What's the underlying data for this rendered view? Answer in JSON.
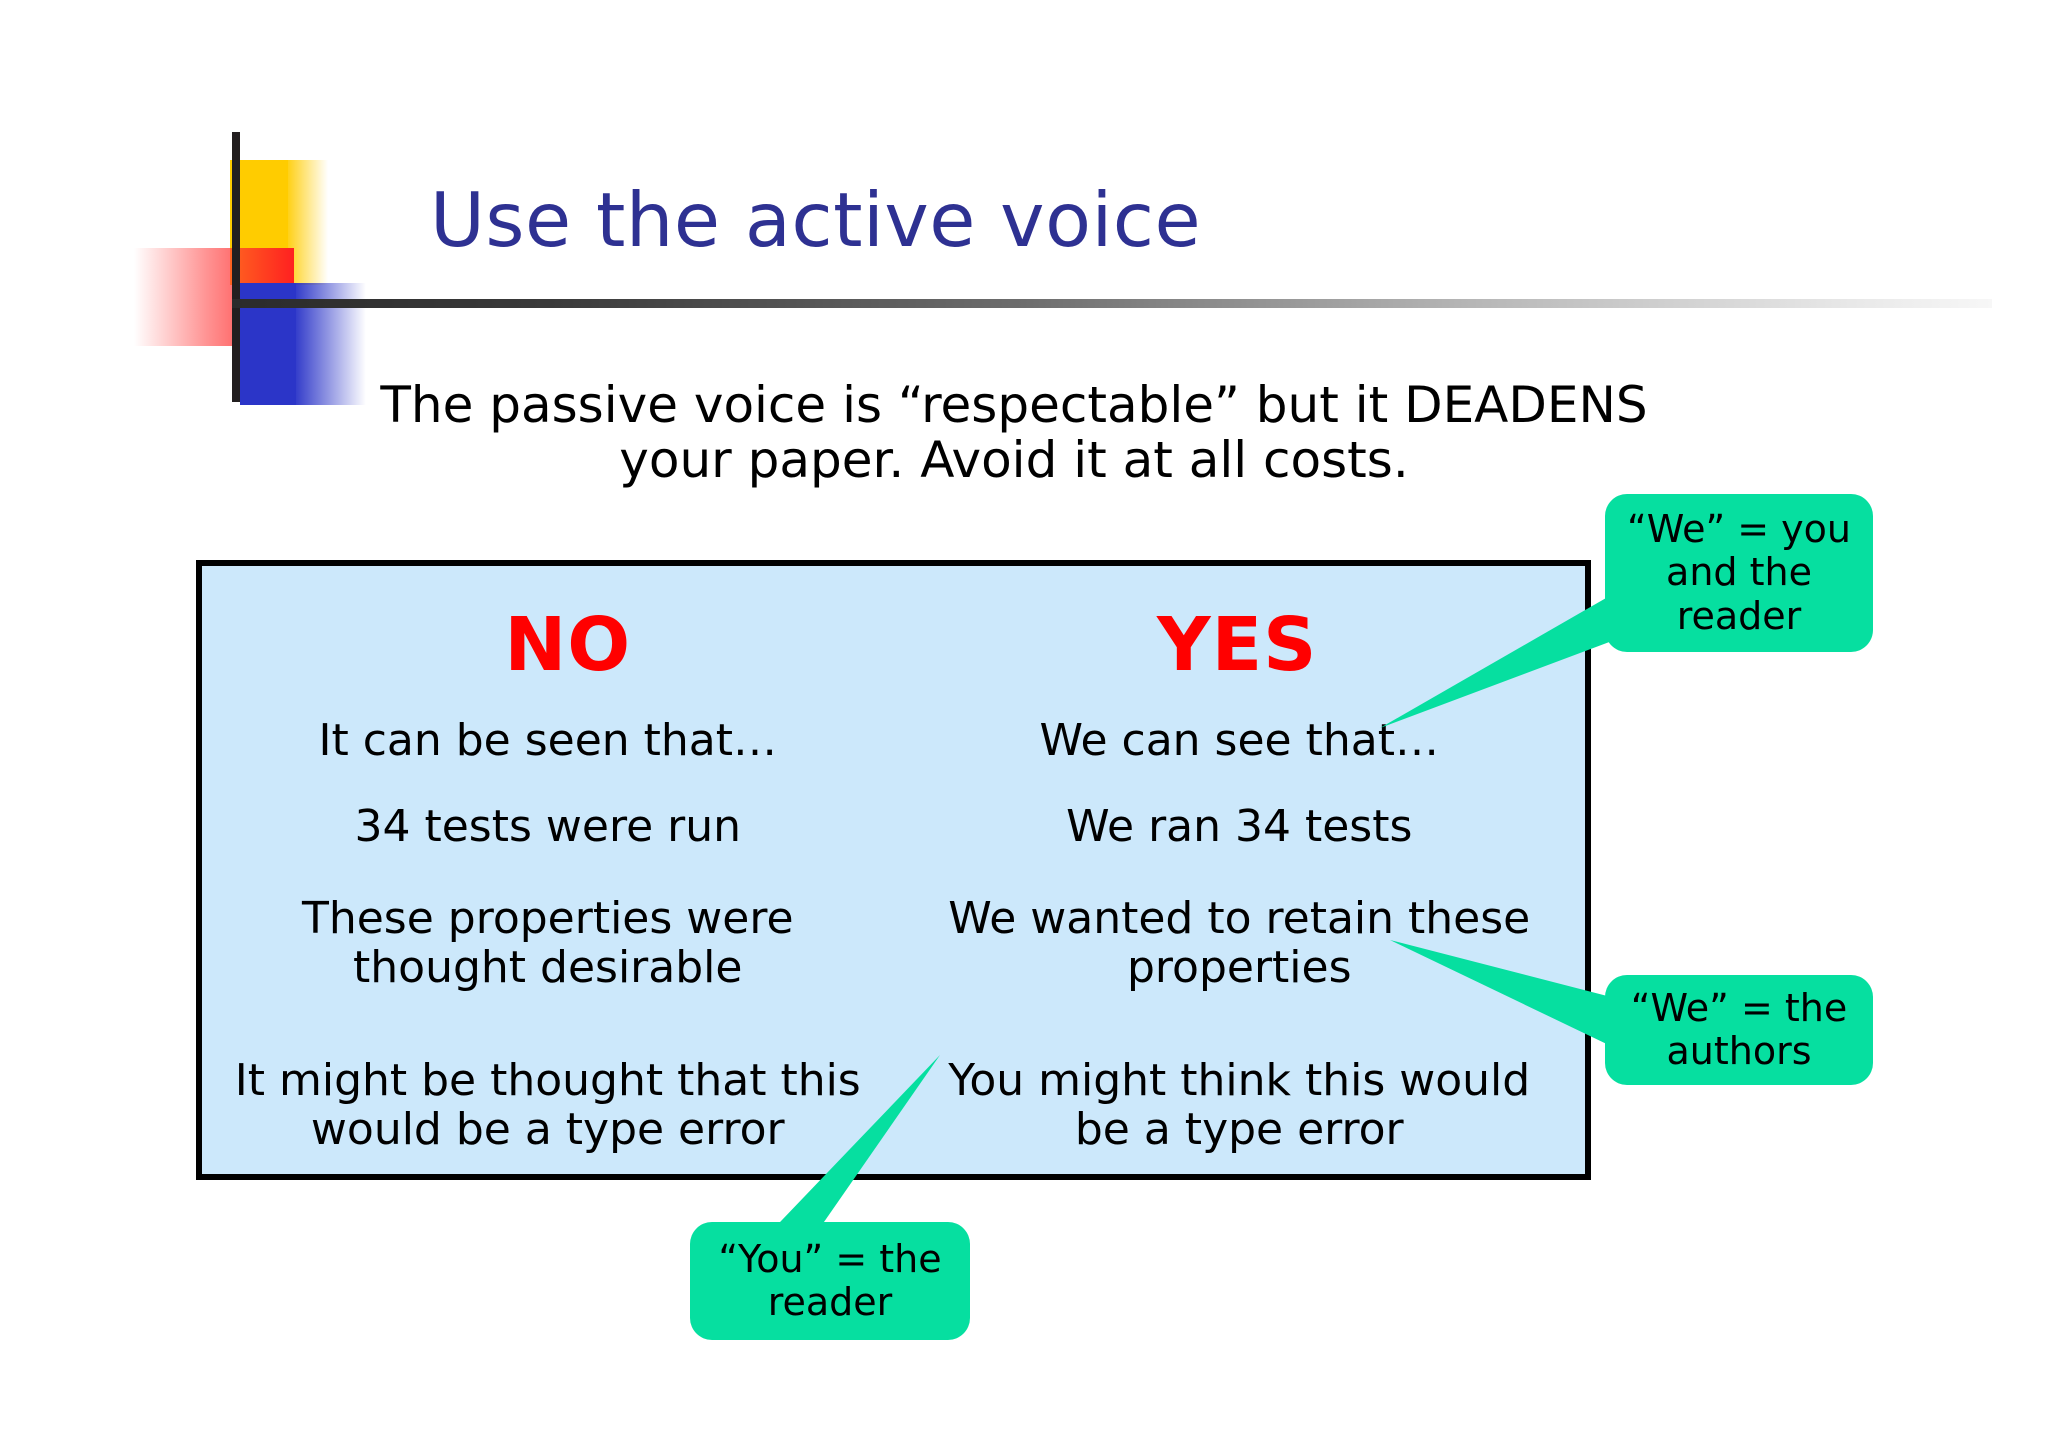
{
  "slide": {
    "title": "Use the active voice",
    "title_color": "#2E3192",
    "subtitle": {
      "line1": "The passive voice is “respectable” but it DEADENS",
      "line2": "your paper.  Avoid it at all costs."
    }
  },
  "comparison": {
    "box_fill": "#CCE8FB",
    "header_color": "#FF0000",
    "headers": {
      "left": "NO",
      "right": "YES"
    },
    "rows": [
      {
        "no": "It can be seen that…",
        "yes": "We can see that…"
      },
      {
        "no": "34 tests were run",
        "yes": "We ran 34 tests"
      },
      {
        "no": "These properties were thought desirable",
        "yes": "We wanted to retain these properties"
      },
      {
        "no": "It might be thought that this would be a type error",
        "yes": "You might think this would be a type error"
      }
    ]
  },
  "callouts": {
    "fill": "#06DFA0",
    "we_reader": "“We” = you and the reader",
    "we_authors": "“We” = the authors",
    "you_reader": "“You” = the reader"
  },
  "logo": {
    "yellow": "#FFCC00",
    "red": "#FF2020",
    "blue": "#2B35C8",
    "line": "#231F20"
  }
}
